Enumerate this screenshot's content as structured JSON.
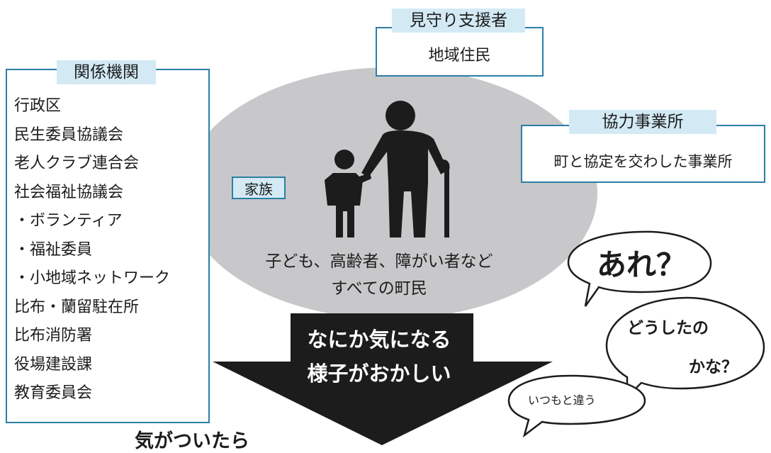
{
  "agencies": {
    "label": "関係機関",
    "items": [
      "行政区",
      "民生委員協議会",
      "老人クラブ連合会",
      "社会福祉協議会",
      "・ボランティア",
      "・福祉委員",
      "・小地域ネットワーク",
      "比布・蘭留駐在所",
      "比布消防署",
      "役場建設課",
      "教育委員会"
    ]
  },
  "watch_supporters": {
    "label": "見守り支援者",
    "text": "地域住民"
  },
  "cooperating_businesses": {
    "label": "協力事業所",
    "text": "町と協定を交わした事業所"
  },
  "family": {
    "label": "家族"
  },
  "residents": {
    "line1": "子ども、高齢者、障がい者など",
    "line2": "すべての町民"
  },
  "arrow": {
    "line1": "なにか気になる",
    "line2": "様子がおかしい"
  },
  "bottom_caption": "気がついたら",
  "bubbles": {
    "are": "あれ？",
    "doshita_line1": "どうしたの",
    "doshita_line2": "かな？",
    "itsumo": "いつもと違う"
  },
  "colors": {
    "border": "#2b7fa3",
    "label_bg": "#d3eaf5",
    "oval": "#c8c8ca",
    "arrow": "#1c1c1c"
  },
  "icons": [
    "elderly-with-child-icon"
  ]
}
